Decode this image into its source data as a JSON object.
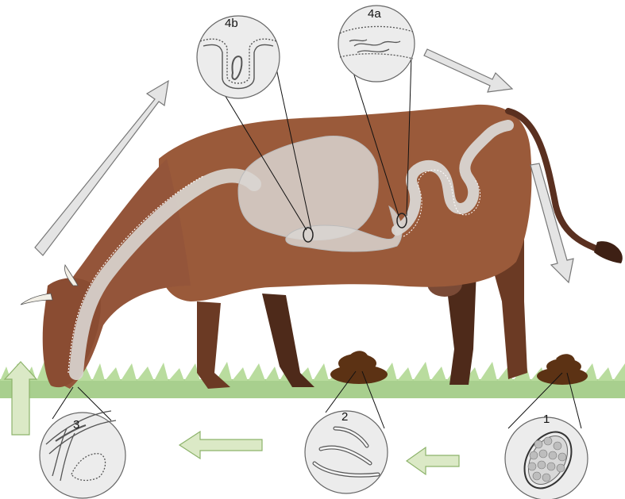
{
  "stages": [
    {
      "id": "1",
      "label": "1",
      "icon": "egg-icon"
    },
    {
      "id": "2",
      "label": "2",
      "icon": "larva-icon"
    },
    {
      "id": "3",
      "label": "3",
      "icon": "infective-larva-on-grass-icon"
    },
    {
      "id": "4a",
      "label": "4a",
      "icon": "larva-in-gastric-gland-icon"
    },
    {
      "id": "4b",
      "label": "4b",
      "icon": "adult-worms-in-intestine-icon"
    }
  ],
  "colors": {
    "cow": "#9a5a3a",
    "cow_dark": "#5a3020",
    "gut": "#d9d6d2",
    "grass": "#a8cf8e",
    "green_arrow": "#dbe9c6",
    "green_arrow_stroke": "#8db36b",
    "grey_arrow": "#e4e4e4",
    "grey_arrow_stroke": "#777777",
    "dung": "#5c3214",
    "circle_fill": "#ececec",
    "circle_stroke": "#666666"
  }
}
